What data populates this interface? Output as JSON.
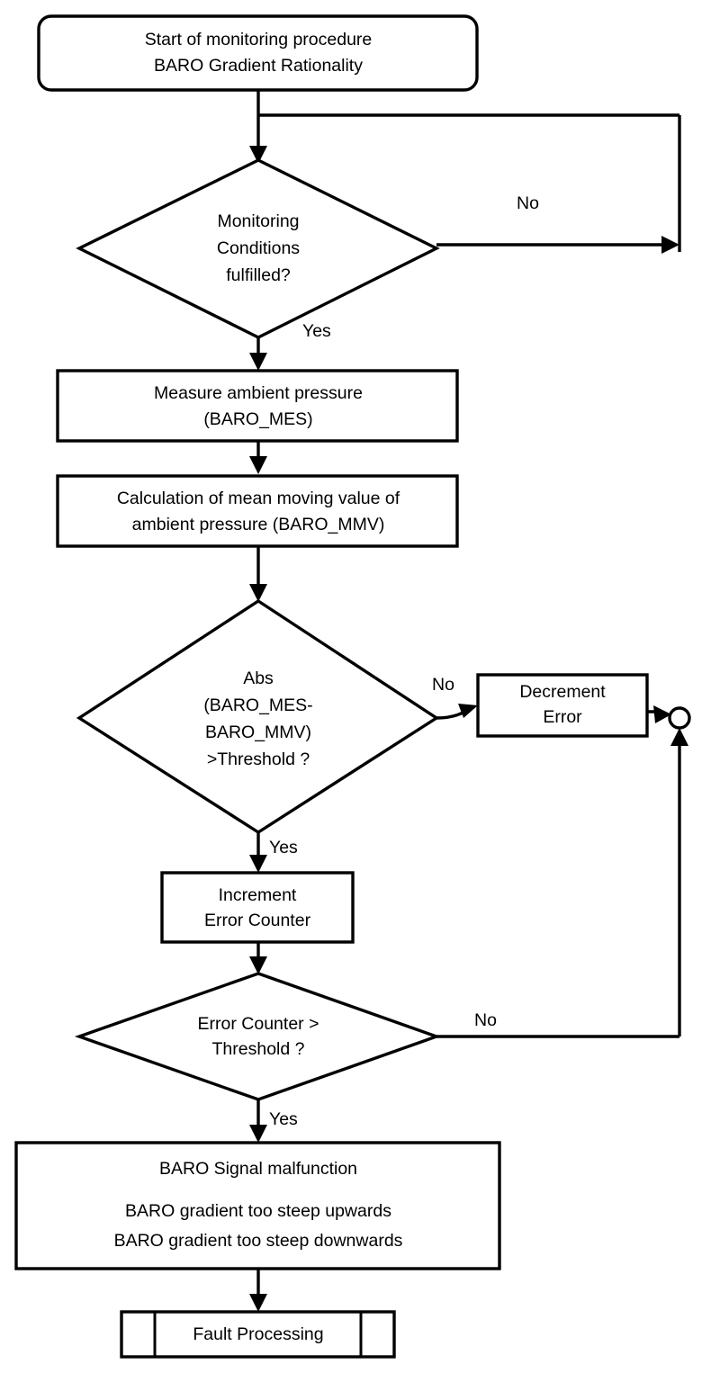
{
  "diagram": {
    "title_text": "Start of monitoring procedure BARO Gradient Rationality",
    "type": "flowchart",
    "nodes": {
      "start": {
        "shape": "rounded-rectangle",
        "line1": "Start of monitoring procedure",
        "line2": "BARO Gradient Rationality"
      },
      "decision_monitoring": {
        "shape": "diamond",
        "line1": "Monitoring",
        "line2": "Conditions",
        "line3": "fulfilled?"
      },
      "measure": {
        "shape": "rectangle",
        "line1": "Measure ambient pressure",
        "line2": "(BARO_MES)"
      },
      "calculation": {
        "shape": "rectangle",
        "line1": "Calculation of mean moving value of",
        "line2": "ambient pressure (BARO_MMV)"
      },
      "decision_abs": {
        "shape": "diamond",
        "line1": "Abs",
        "line2": "(BARO_MES-",
        "line3": "BARO_MMV)",
        "line4": ">Threshold ?"
      },
      "decrement": {
        "shape": "rectangle",
        "line1": "Decrement",
        "line2": "Error"
      },
      "increment": {
        "shape": "rectangle",
        "line1": "Increment",
        "line2": "Error Counter"
      },
      "decision_counter": {
        "shape": "diamond",
        "line1": "Error Counter >",
        "line2": "Threshold ?"
      },
      "malfunction": {
        "shape": "rectangle",
        "line1": "BARO Signal malfunction",
        "line2": "BARO gradient too steep upwards",
        "line3": "BARO gradient too steep downwards"
      },
      "fault_processing": {
        "shape": "predefined-process",
        "line1": "Fault Processing"
      },
      "merge_junction": {
        "shape": "circle",
        "label": ""
      }
    },
    "edge_labels": {
      "monitoring_no": "No",
      "monitoring_yes": "Yes",
      "abs_no": "No",
      "abs_yes": "Yes",
      "counter_no": "No",
      "counter_yes": "Yes"
    },
    "colors": {
      "stroke": "#000000",
      "fill": "#ffffff",
      "text": "#000000"
    }
  }
}
